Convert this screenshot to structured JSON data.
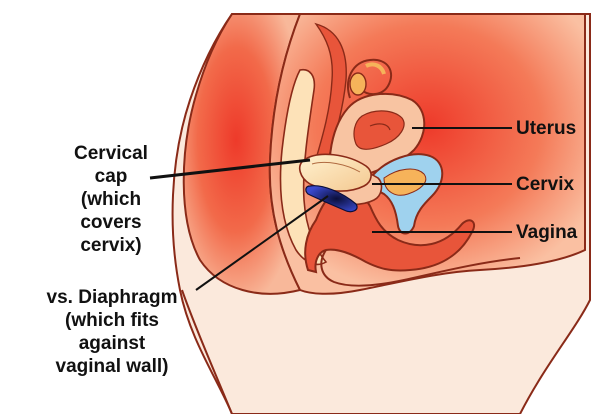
{
  "labels": {
    "cervical_cap": [
      "Cervical",
      "cap",
      "(which",
      "covers",
      "cervix)"
    ],
    "diaphragm": [
      "vs. Diaphragm",
      "(which fits",
      "against",
      "vaginal wall)"
    ],
    "uterus": "Uterus",
    "cervix": "Cervix",
    "vagina": "Vagina"
  },
  "colors": {
    "tissue": "#f07a52",
    "tissue_deep": "#e8553a",
    "tissue_light": "#f8c4a2",
    "outline": "#8a2a18",
    "skin": "#fbe9dc",
    "rectum_channel": "#fde2b8",
    "bladder": "#9fd2ee",
    "cap": "#f8dca8",
    "diaphragm": "#1a2a8a",
    "leader": "#111111"
  }
}
